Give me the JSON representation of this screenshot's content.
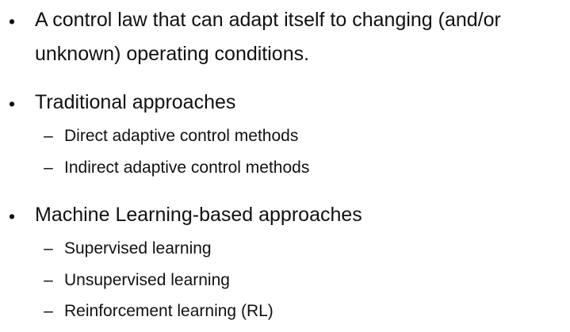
{
  "bullets": [
    {
      "marker": "•",
      "text": "A control law that can adapt itself to changing (and/or unknown) operating conditions.",
      "subitems": []
    },
    {
      "marker": "•",
      "text": "Traditional approaches",
      "subitems": [
        {
          "marker": "–",
          "text": "Direct adaptive control methods"
        },
        {
          "marker": "–",
          "text": "Indirect adaptive control methods"
        }
      ]
    },
    {
      "marker": "•",
      "text": "Machine Learning-based approaches",
      "subitems": [
        {
          "marker": "–",
          "text": "Supervised learning"
        },
        {
          "marker": "–",
          "text": "Unsupervised learning"
        },
        {
          "marker": "–",
          "text": "Reinforcement learning (RL)"
        }
      ]
    }
  ],
  "colors": {
    "background": "#ffffff",
    "text": "#111111"
  }
}
